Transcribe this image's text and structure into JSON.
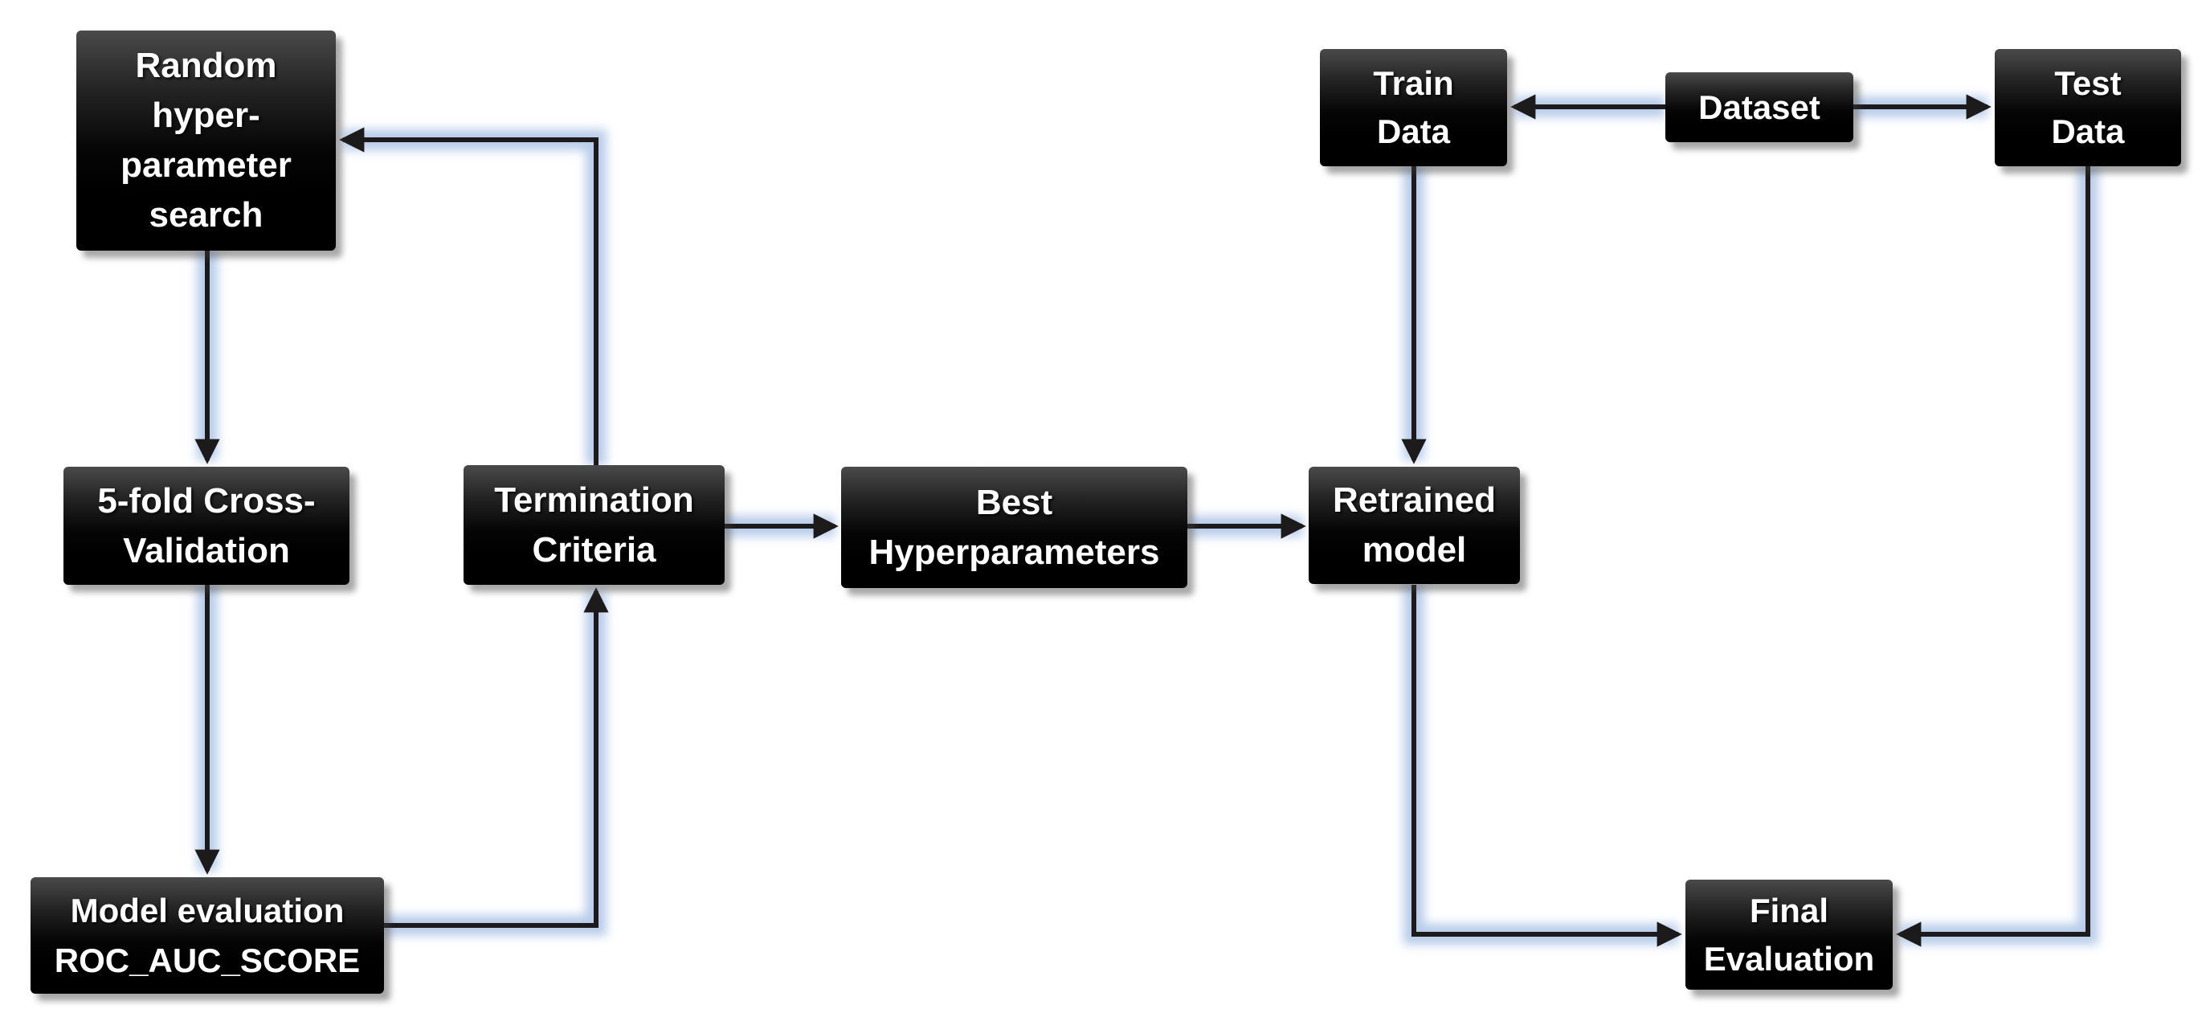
{
  "diagram": {
    "colors": {
      "background": "#ffffff",
      "node_fill_top": "#4a4a4a",
      "node_fill_bottom": "#000000",
      "node_text": "#ffffff",
      "connector": "#1d1a1b",
      "connector_glow": "#b4c9e9"
    },
    "nodes": [
      {
        "id": "random-hyperparameter-search",
        "lines": [
          "Random",
          "hyper-",
          "parameter",
          "search"
        ]
      },
      {
        "id": "five-fold-cross-validation",
        "lines": [
          "5-fold Cross-",
          "Validation"
        ]
      },
      {
        "id": "model-evaluation",
        "lines": [
          "Model evaluation",
          "ROC_AUC_SCORE"
        ]
      },
      {
        "id": "termination-criteria",
        "lines": [
          "Termination",
          "Criteria"
        ]
      },
      {
        "id": "best-hyperparameters",
        "lines": [
          "Best",
          "Hyperparameters"
        ]
      },
      {
        "id": "retrained-model",
        "lines": [
          "Retrained",
          "model"
        ]
      },
      {
        "id": "train-data",
        "lines": [
          "Train",
          "Data"
        ]
      },
      {
        "id": "dataset",
        "lines": [
          "Dataset"
        ]
      },
      {
        "id": "test-data",
        "lines": [
          "Test",
          "Data"
        ]
      },
      {
        "id": "final-evaluation",
        "lines": [
          "Final",
          "Evaluation"
        ]
      }
    ],
    "edges": [
      {
        "from": "random-hyperparameter-search",
        "to": "five-fold-cross-validation"
      },
      {
        "from": "five-fold-cross-validation",
        "to": "model-evaluation"
      },
      {
        "from": "model-evaluation",
        "to": "termination-criteria"
      },
      {
        "from": "termination-criteria",
        "to": "random-hyperparameter-search"
      },
      {
        "from": "termination-criteria",
        "to": "best-hyperparameters"
      },
      {
        "from": "best-hyperparameters",
        "to": "retrained-model"
      },
      {
        "from": "dataset",
        "to": "train-data"
      },
      {
        "from": "dataset",
        "to": "test-data"
      },
      {
        "from": "train-data",
        "to": "retrained-model"
      },
      {
        "from": "retrained-model",
        "to": "final-evaluation"
      },
      {
        "from": "test-data",
        "to": "final-evaluation"
      }
    ]
  }
}
